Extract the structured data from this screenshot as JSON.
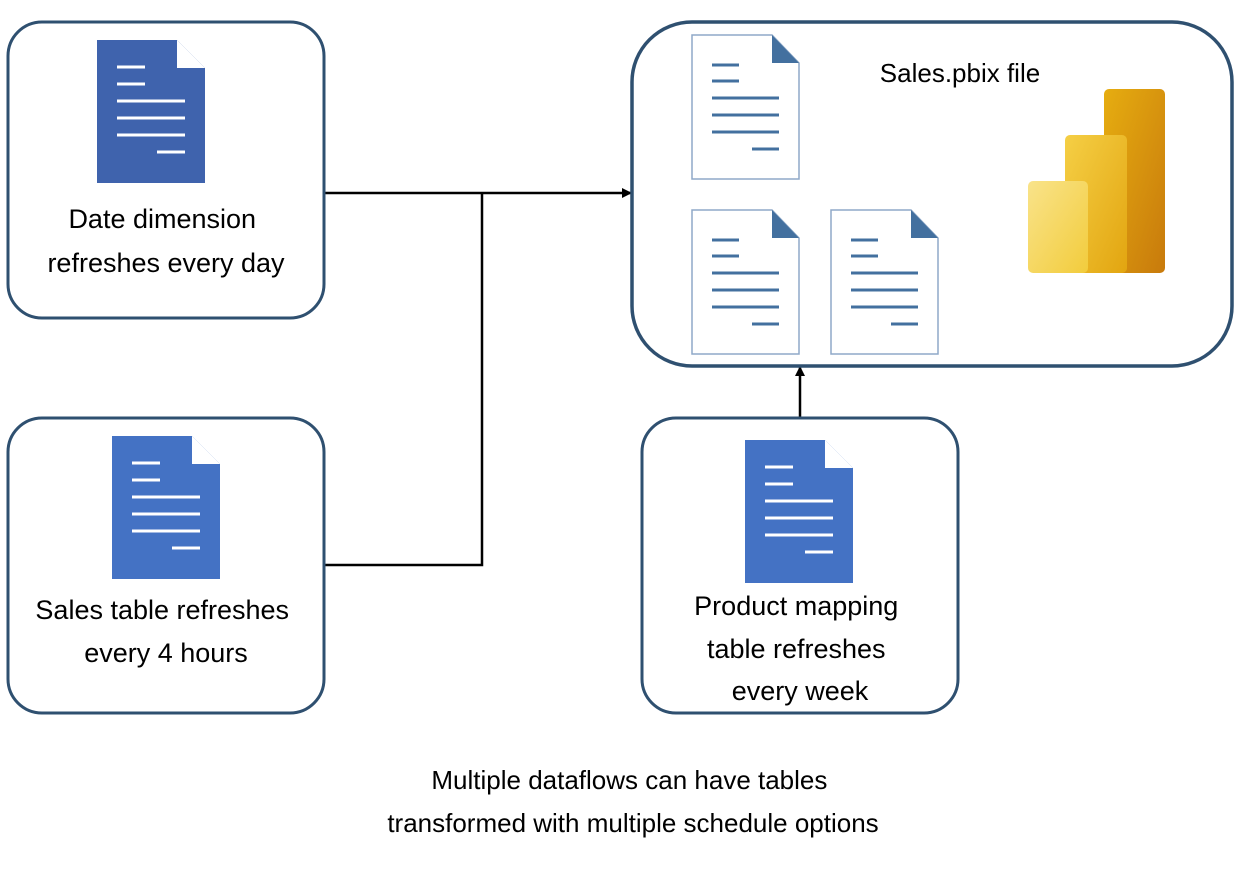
{
  "colors": {
    "box_border": "#2f5070",
    "doc_fill_dark": "#3f63ad",
    "doc_fill": "#4472c4",
    "doc_outline": "#8fa9c8",
    "doc_lines": "#43709f",
    "connector": "#000000"
  },
  "nodes": {
    "date_dimension": {
      "icon": "document-icon",
      "lines": [
        "Date dimension",
        "refreshes every day"
      ]
    },
    "sales_table": {
      "icon": "document-icon",
      "lines": [
        "Sales table refreshes",
        "every 4 hours"
      ]
    },
    "product_mapping": {
      "icon": "document-icon",
      "lines": [
        "Product mapping",
        "table refreshes",
        "every week"
      ]
    },
    "pbix_file": {
      "title": "Sales.pbix file",
      "icon": "power-bi-logo",
      "tables": 3
    }
  },
  "caption": [
    "Multiple dataflows can have tables",
    "transformed with multiple schedule options"
  ]
}
